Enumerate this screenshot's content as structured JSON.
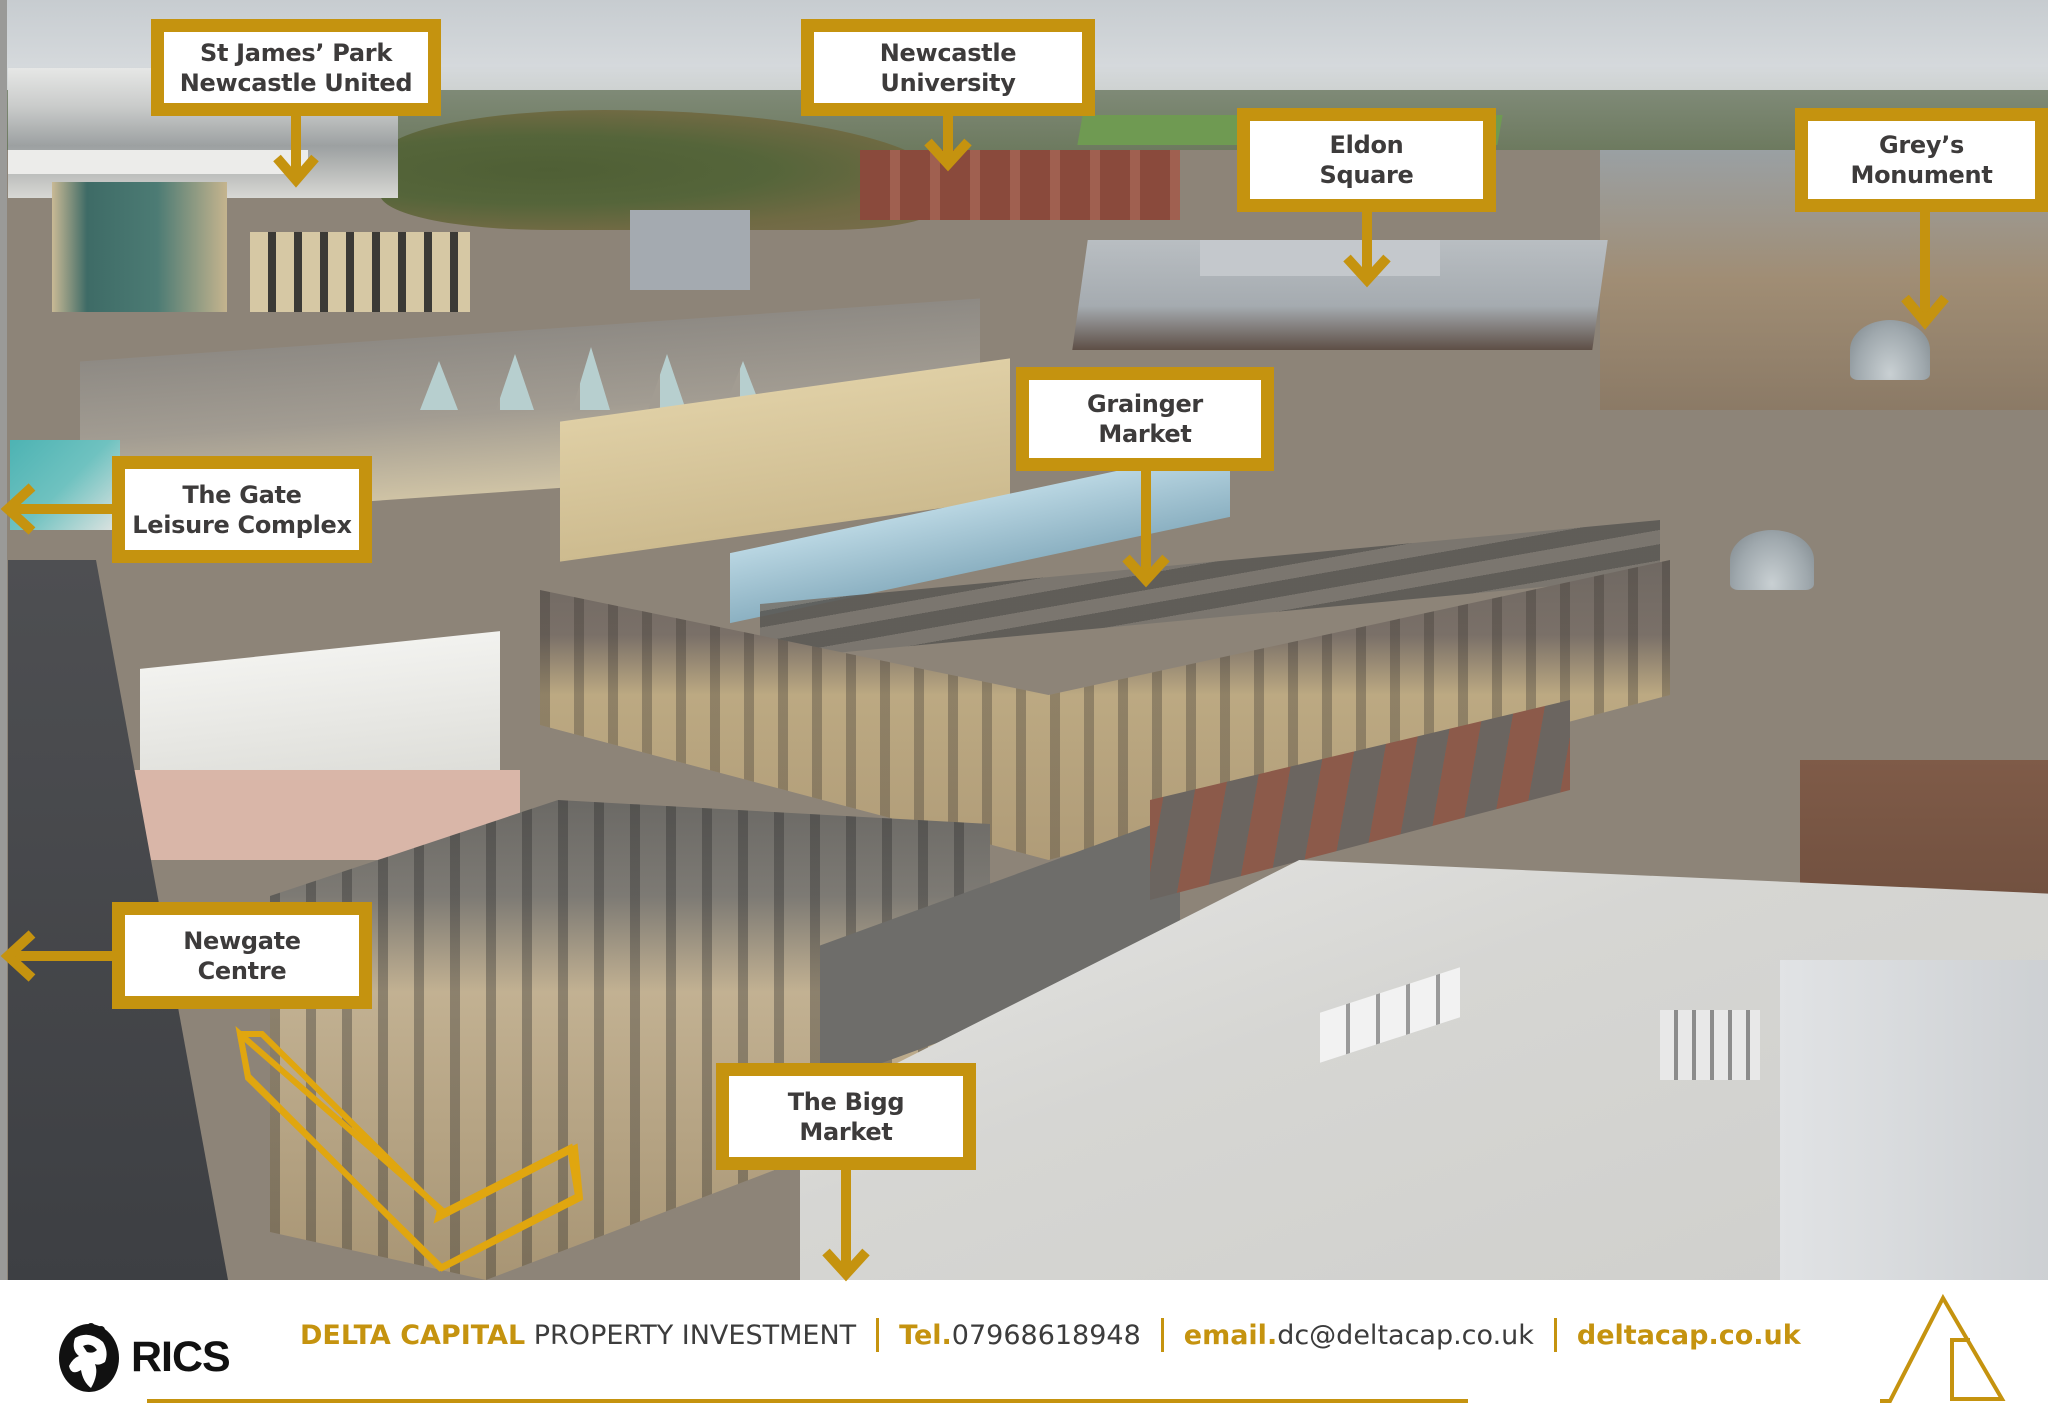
{
  "brand": {
    "accent_color": "#c5930f",
    "label_text_color": "#3d3b3b",
    "label_bg": "#ffffff"
  },
  "photo": {
    "description": "Aerial drone photograph of Newcastle upon Tyne city centre with labelled landmarks; subject property outlined in gold",
    "subject_property_outline_color": "#e0a60f"
  },
  "callouts": [
    {
      "id": "st-james-park",
      "line1": "St James’ Park",
      "line2": "Newcastle United",
      "arrow": "down"
    },
    {
      "id": "newcastle-university",
      "line1": "Newcastle",
      "line2": "University",
      "arrow": "down"
    },
    {
      "id": "eldon-square",
      "line1": "Eldon",
      "line2": "Square",
      "arrow": "down"
    },
    {
      "id": "greys-monument",
      "line1": "Grey’s",
      "line2": "Monument",
      "arrow": "down"
    },
    {
      "id": "grainger-market",
      "line1": "Grainger",
      "line2": "Market",
      "arrow": "down"
    },
    {
      "id": "the-gate",
      "line1": "The Gate",
      "line2": "Leisure Complex",
      "arrow": "left"
    },
    {
      "id": "newgate-centre",
      "line1": "Newgate",
      "line2": "Centre",
      "arrow": "left"
    },
    {
      "id": "bigg-market",
      "line1": "The Bigg",
      "line2": "Market",
      "arrow": "down"
    }
  ],
  "footer": {
    "rics_label": "RICS",
    "company_bold": "DELTA CAPITAL",
    "company_rest": " PROPERTY INVESTMENT",
    "tel_label": "Tel.",
    "tel_value": "07968618948",
    "email_label": "email.",
    "email_value": "dc@deltacap.co.uk",
    "website": "deltacap.co.uk",
    "logo_icon": "delta-capital-triangle-logo"
  }
}
